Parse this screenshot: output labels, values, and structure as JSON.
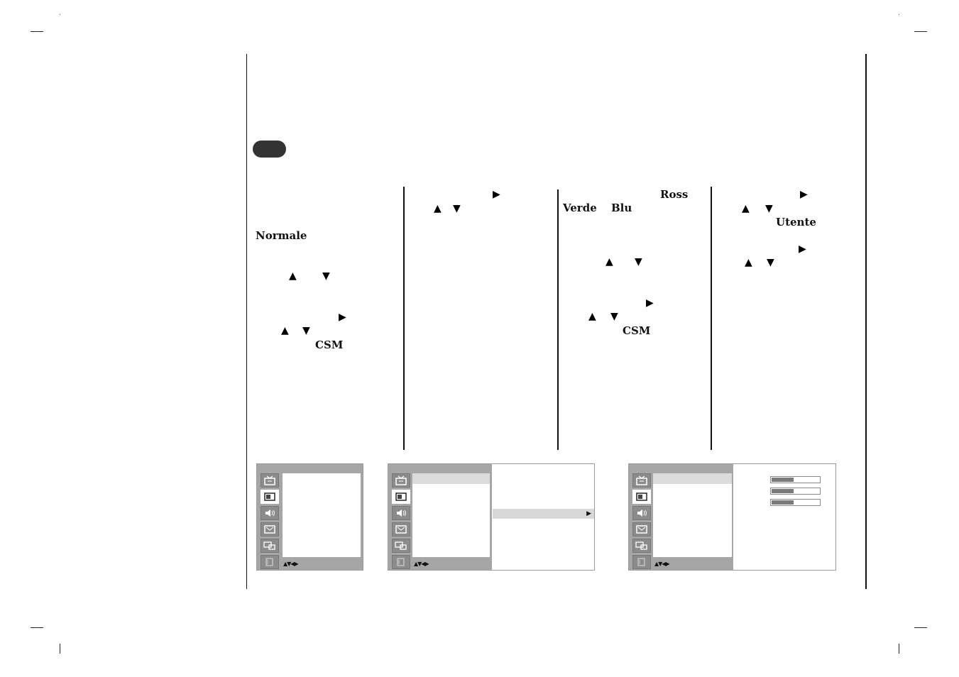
{
  "col1": {
    "normale": "Normale",
    "up": "▲",
    "down": "▼",
    "right": "▶",
    "csm": "CSM"
  },
  "col2": {
    "right": "▶",
    "up": "▲",
    "down": "▼"
  },
  "col3": {
    "ross": "Ross",
    "verde": "Verde",
    "blu": "Blu",
    "up": "▲",
    "down": "▼",
    "right": "▶",
    "csm": "CSM"
  },
  "col4": {
    "right": "▶",
    "up": "▲",
    "down": "▼",
    "utente": "Utente"
  },
  "screens": {
    "nav_glyphs": "▲▼◀▶",
    "submenu_arrow": "▶",
    "icons": [
      "tv-icon",
      "picture-icon",
      "sound-icon",
      "time-icon",
      "special-icon",
      "screen-icon"
    ],
    "color_bars": [
      0.47,
      0.47,
      0.47
    ]
  }
}
